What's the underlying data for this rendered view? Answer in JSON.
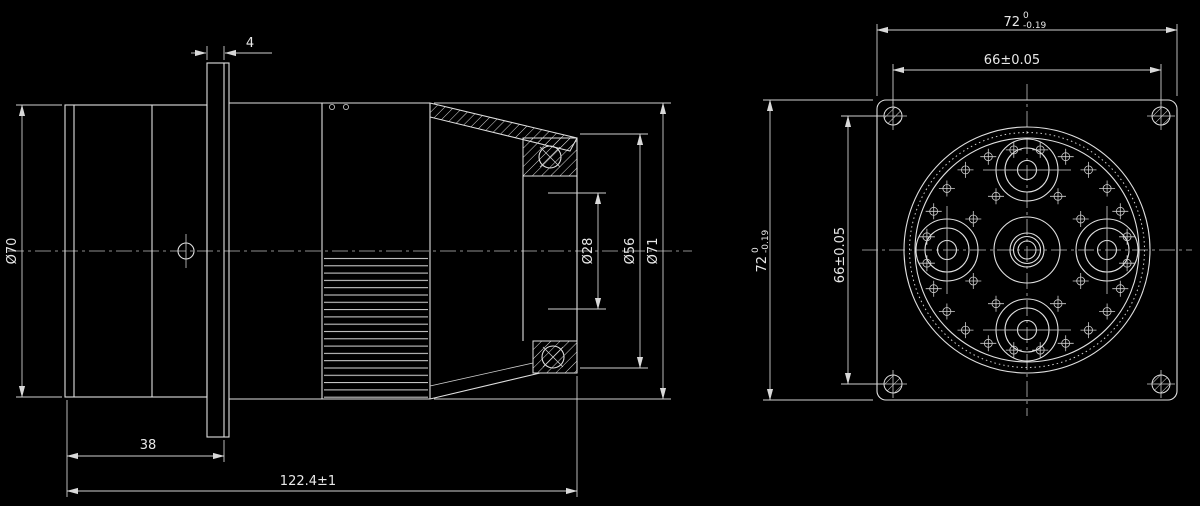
{
  "drawing": {
    "background_color": "#000000",
    "line_color": "#e0e0e0",
    "side_view": {
      "flange_thickness": "4",
      "rear_diameter": "Ø70",
      "rear_length": "38",
      "total_length": "122.4±1",
      "grommet_diameter": "Ø28",
      "body_diameter": "Ø56",
      "max_diameter": "Ø71"
    },
    "front_view": {
      "width": {
        "base": "72",
        "tol_upper": "0",
        "tol_lower": "-0.19"
      },
      "height": {
        "base": "72",
        "tol_upper": "0",
        "tol_lower": "-0.19"
      },
      "hole_pitch_horizontal": "66±0.05",
      "hole_pitch_vertical": "66±0.05"
    }
  }
}
